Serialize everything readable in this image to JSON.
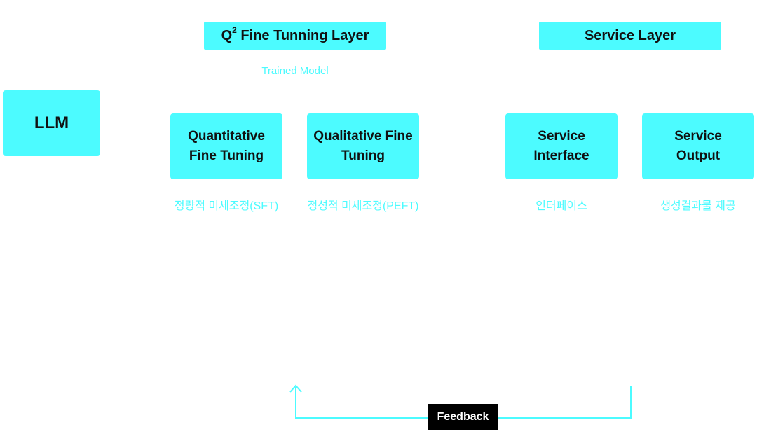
{
  "llm": {
    "label": "LLM"
  },
  "fine_tuning_layer": {
    "title_q": "Q",
    "title_sup": "2",
    "title_rest": " Fine Tunning Layer",
    "subtitle": "Trained Model",
    "nodes": [
      {
        "label": "Quantitative Fine Tuning",
        "caption": "정량적 미세조정(SFT)"
      },
      {
        "label": "Qualitative Fine Tuning",
        "caption": "정성적 미세조정(PEFT)"
      }
    ]
  },
  "service_layer": {
    "title": "Service Layer",
    "nodes": [
      {
        "label": "Service Interface",
        "caption": "인터페이스"
      },
      {
        "label": "Service Output",
        "caption": "생성결과물 제공"
      }
    ]
  },
  "feedback": {
    "label": "Feedback"
  },
  "colors": {
    "accent": "#4cfbff",
    "text": "#111111",
    "feedback_bg": "#000000",
    "feedback_text": "#ffffff"
  }
}
